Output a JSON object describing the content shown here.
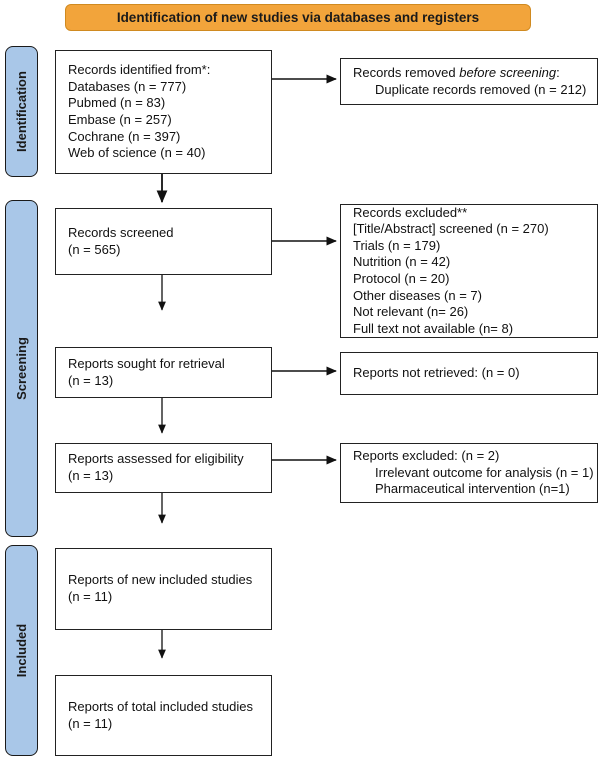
{
  "banner": {
    "label": "Identification of new studies via databases and registers"
  },
  "stages": {
    "identification": "Identification",
    "screening": "Screening",
    "included": "Included"
  },
  "colors": {
    "banner_bg": "#F2A43B",
    "banner_border": "#D08A20",
    "stage_bg": "#A9C7E8"
  },
  "boxes": {
    "records_identified": {
      "lines": [
        "Records identified from*:",
        "Databases (n = 777)",
        "Pubmed (n = 83)",
        "Embase (n = 257)",
        "Cochrane (n = 397)",
        "Web of science (n = 40)"
      ]
    },
    "records_removed": {
      "prefix": "Records removed ",
      "italic": "before screening",
      "suffix": ":",
      "indented": [
        "Duplicate records removed (n = 212)"
      ]
    },
    "records_screened": {
      "lines": [
        "Records screened",
        "(n = 565)"
      ]
    },
    "records_excluded": {
      "lines": [
        "Records excluded**",
        "[Title/Abstract] screened (n = 270)",
        "Trials (n = 179)",
        "Nutrition (n = 42)",
        "Protocol (n = 20)",
        "Other diseases (n = 7)",
        "Not relevant (n= 26)",
        "Full text not available (n= 8)"
      ]
    },
    "reports_sought": {
      "lines": [
        "Reports sought for retrieval",
        "(n = 13)"
      ]
    },
    "reports_not_retrieved": {
      "lines": [
        "Reports not retrieved: (n = 0)"
      ]
    },
    "reports_assessed": {
      "lines": [
        "Reports assessed for eligibility",
        "(n = 13)"
      ]
    },
    "reports_excluded": {
      "title": "Reports excluded: (n = 2)",
      "indented": [
        "Irrelevant outcome for analysis (n = 1)",
        "Pharmaceutical intervention (n=1)"
      ]
    },
    "new_included": {
      "lines": [
        "Reports of new included studies",
        "(n = 11)"
      ]
    },
    "total_included": {
      "lines": [
        "Reports of total included studies",
        "(n = 11)"
      ]
    }
  }
}
